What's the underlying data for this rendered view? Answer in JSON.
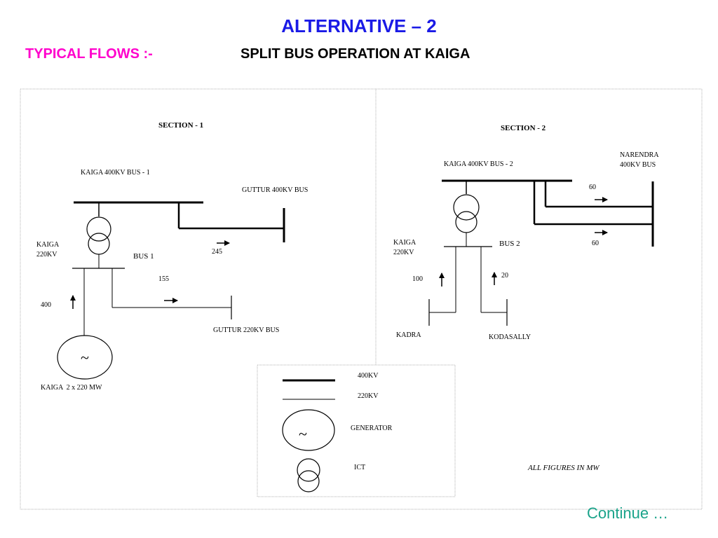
{
  "colors": {
    "title": "#1a1ae6",
    "typical_flows": "#ff00cc",
    "continue": "#1aa38a",
    "frame": "#b0b0b0"
  },
  "header": {
    "title": "ALTERNATIVE – 2",
    "typical_flows": "TYPICAL FLOWS :-",
    "split_bus": "SPLIT BUS OPERATION AT KAIGA"
  },
  "section1": {
    "heading": "SECTION - 1",
    "kaiga_400kv_bus": "KAIGA 400KV BUS - 1",
    "guttur_400kv_bus": "GUTTUR 400KV BUS",
    "kaiga_220kv_line1": "KAIGA",
    "kaiga_220kv_line2": "220KV",
    "bus1": "BUS 1",
    "flow_245": "245",
    "flow_155": "155",
    "flow_400": "400",
    "guttur_220kv_bus": "GUTTUR 220KV BUS",
    "generator_symbol": "~",
    "kaiga_gen": "KAIGA  2 x 220 MW"
  },
  "section2": {
    "heading": "SECTION - 2",
    "kaiga_400kv_bus": "KAIGA 400KV BUS - 2",
    "narendra_line1": "NARENDRA",
    "narendra_line2": "400KV BUS",
    "flow_60_top": "60",
    "flow_60_bottom": "60",
    "kaiga_220kv_line1": "KAIGA",
    "kaiga_220kv_line2": "220KV",
    "bus2": "BUS 2",
    "flow_100": "100",
    "flow_20": "20",
    "kadra": "KADRA",
    "kodasally": "KODASALLY"
  },
  "legend": {
    "kv400": "400KV",
    "kv220": "220KV",
    "generator": "GENERATOR",
    "generator_symbol": "~",
    "ict": "ICT"
  },
  "note": "ALL FIGURES IN MW",
  "footer": {
    "continue": "Continue …"
  }
}
